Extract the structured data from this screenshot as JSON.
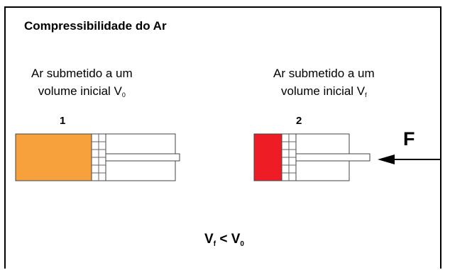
{
  "title": "Compressibilidade do Ar",
  "cylinder1": {
    "number": "1",
    "caption_line1": "Ar submetido a um",
    "caption_line2_prefix": "volume inicial V",
    "caption_line2_sub": "0",
    "fill_color": "#f7a13c"
  },
  "cylinder2": {
    "number": "2",
    "caption_line1": "Ar submetido a um",
    "caption_line2_prefix": "volume inicial V",
    "caption_line2_sub": "f",
    "fill_color": "#ee1c25"
  },
  "force_label": "F",
  "relation": {
    "lhs": "V",
    "lhs_sub": "f",
    "operator": "<",
    "rhs": "V",
    "rhs_sub": "0"
  }
}
